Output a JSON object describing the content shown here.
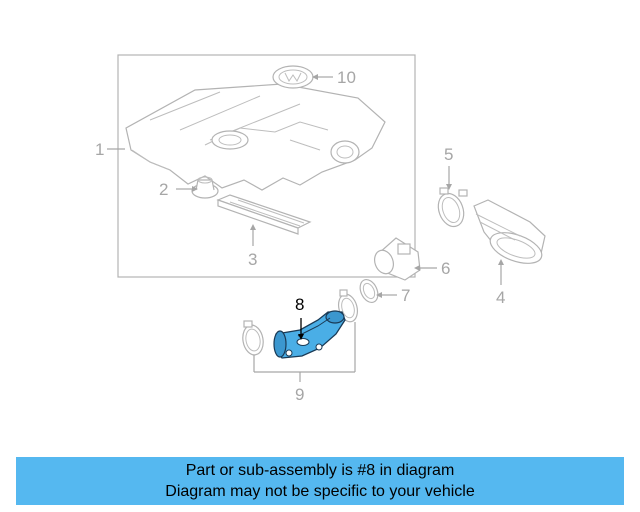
{
  "diagram": {
    "callouts": {
      "c1": "1",
      "c2": "2",
      "c3": "3",
      "c4": "4",
      "c5": "5",
      "c6": "6",
      "c7": "7",
      "c8": "8",
      "c9": "9",
      "c10": "10"
    },
    "highlight_color": "#4aaee6",
    "line_color": "#a6a6a6"
  },
  "footer": {
    "line1": "Part or sub-assembly is #8 in diagram",
    "line2": "Diagram may not be specific to your vehicle",
    "background": "#55b8f0"
  }
}
